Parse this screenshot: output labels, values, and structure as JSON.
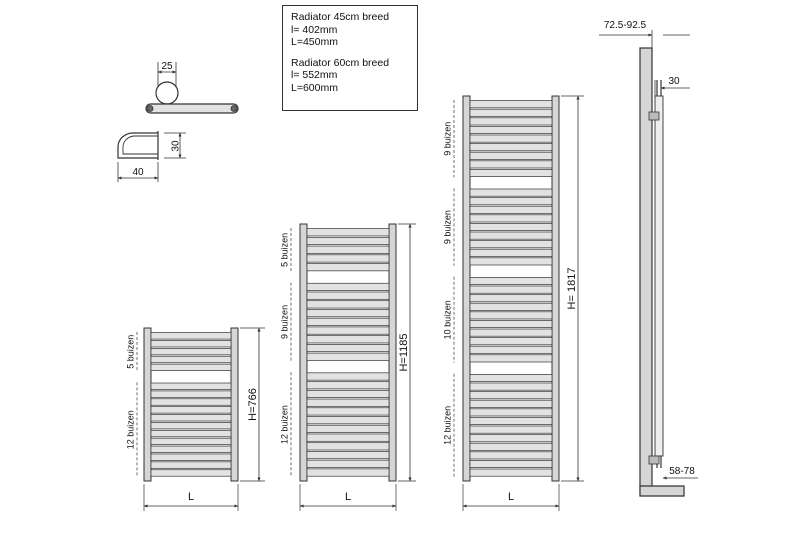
{
  "specs": {
    "model45": {
      "title": "Radiator 45cm breed",
      "l": "l= 402mm",
      "L": "L=450mm"
    },
    "model60": {
      "title": "Radiator 60cm breed",
      "l": "l= 552mm",
      "L": "L=600mm"
    }
  },
  "detail": {
    "dim_top": "25",
    "dim_side": "30",
    "dim_bottom": "40"
  },
  "radiators": [
    {
      "height_label": "H=766",
      "width_label": "L",
      "sections": [
        {
          "tubes": 5,
          "label": "5 buizen"
        },
        {
          "tubes": 12,
          "label": "12 buizen"
        }
      ]
    },
    {
      "height_label": "H=1185",
      "width_label": "L",
      "sections": [
        {
          "tubes": 5,
          "label": "5 buizen"
        },
        {
          "tubes": 9,
          "label": "9 buizen"
        },
        {
          "tubes": 12,
          "label": "12 buizen"
        }
      ]
    },
    {
      "height_label": "H= 1817",
      "width_label": "L",
      "sections": [
        {
          "tubes": 9,
          "label": "9 buizen"
        },
        {
          "tubes": 9,
          "label": "9 buizen"
        },
        {
          "tubes": 10,
          "label": "10 buizen"
        },
        {
          "tubes": 12,
          "label": "12 buizen"
        }
      ]
    }
  ],
  "side_view": {
    "dim_top": "72.5-92.5",
    "dim_mid": "30",
    "dim_bottom": "58-78"
  },
  "colors": {
    "line": "#333333",
    "tube_fill": "#e2e2e2",
    "frame_fill": "#d6d6d6"
  }
}
